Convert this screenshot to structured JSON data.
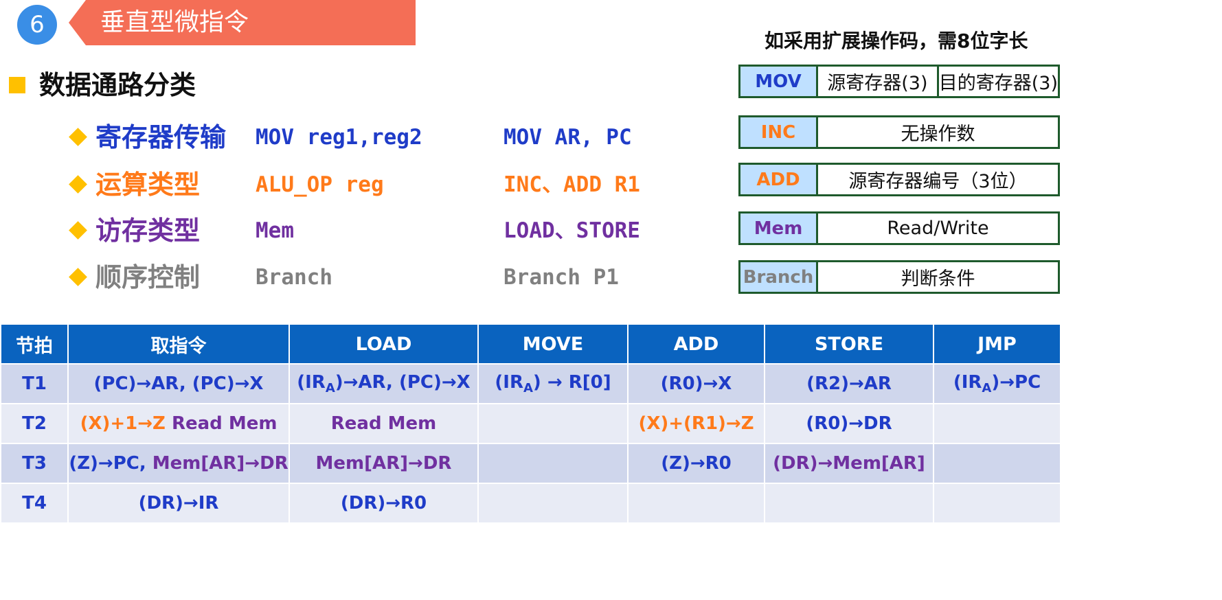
{
  "header": {
    "number": "6",
    "title": "垂直型微指令"
  },
  "section": {
    "heading": "数据通路分类"
  },
  "categories": [
    {
      "name": "寄存器传输",
      "code": "MOV reg1,reg2",
      "example": "MOV AR, PC",
      "color": "#1f3cc8"
    },
    {
      "name": "运算类型",
      "code": "ALU_OP reg",
      "example": "INC、ADD R1",
      "color": "#ff7a1a"
    },
    {
      "name": "访存类型",
      "code": "Mem",
      "example": "LOAD、STORE",
      "color": "#7030a0"
    },
    {
      "name": "顺序控制",
      "code": "Branch",
      "example": "Branch P1",
      "color": "#808080"
    }
  ],
  "formats": {
    "note": "如采用扩展操作码，需8位字长",
    "rows": [
      {
        "op": "MOV",
        "op_color": "#1f3cc8",
        "fields": [
          "源寄存器(3)",
          "目的寄存器(3)"
        ]
      },
      {
        "op": "INC",
        "op_color": "#ff7a1a",
        "fields": [
          "无操作数"
        ]
      },
      {
        "op": "ADD",
        "op_color": "#ff7a1a",
        "fields": [
          "源寄存器编号（3位）"
        ]
      },
      {
        "op": "Mem",
        "op_color": "#7030a0",
        "fields": [
          "Read/Write"
        ]
      },
      {
        "op": "Branch",
        "op_color": "#808080",
        "fields": [
          "判断条件"
        ]
      }
    ]
  },
  "table": {
    "headers": [
      "节拍",
      "取指令",
      "LOAD",
      "MOVE",
      "ADD",
      "STORE",
      "JMP"
    ],
    "rows": [
      {
        "beat": "T1",
        "cells": [
          [
            {
              "t": "(PC)→AR, (PC)→X",
              "c": "blue"
            }
          ],
          [
            {
              "t": "(IR",
              "c": "blue"
            },
            {
              "t": "A",
              "c": "blue",
              "sub": true
            },
            {
              "t": ")→AR,  (PC)→X",
              "c": "blue"
            }
          ],
          [
            {
              "t": "(IR",
              "c": "blue"
            },
            {
              "t": "A",
              "c": "blue",
              "sub": true
            },
            {
              "t": ") → R[0]",
              "c": "blue"
            }
          ],
          [
            {
              "t": "(R0)→X",
              "c": "blue"
            }
          ],
          [
            {
              "t": "(R2)→AR",
              "c": "blue"
            }
          ],
          [
            {
              "t": "(IR",
              "c": "blue"
            },
            {
              "t": "A",
              "c": "blue",
              "sub": true
            },
            {
              "t": ")→PC",
              "c": "blue"
            }
          ]
        ]
      },
      {
        "beat": "T2",
        "cells": [
          [
            {
              "t": "(X)+1→Z  ",
              "c": "orange"
            },
            {
              "t": "Read Mem",
              "c": "purple"
            }
          ],
          [
            {
              "t": "Read Mem",
              "c": "purple"
            }
          ],
          [],
          [
            {
              "t": "(X)+(R1)→Z",
              "c": "orange"
            }
          ],
          [
            {
              "t": "(R0)→DR",
              "c": "blue"
            }
          ],
          []
        ]
      },
      {
        "beat": "T3",
        "cells": [
          [
            {
              "t": "(Z)→PC, ",
              "c": "blue"
            },
            {
              "t": "Mem[AR]→DR",
              "c": "purple"
            }
          ],
          [
            {
              "t": "Mem[AR]→DR",
              "c": "purple"
            }
          ],
          [],
          [
            {
              "t": "(Z)→R0",
              "c": "blue"
            }
          ],
          [
            {
              "t": "(DR)→Mem[AR]",
              "c": "purple"
            }
          ],
          []
        ]
      },
      {
        "beat": "T4",
        "cells": [
          [
            {
              "t": "(DR)→IR",
              "c": "blue"
            }
          ],
          [
            {
              "t": "(DR)→R0",
              "c": "blue"
            }
          ],
          [],
          [],
          [],
          []
        ]
      }
    ]
  }
}
